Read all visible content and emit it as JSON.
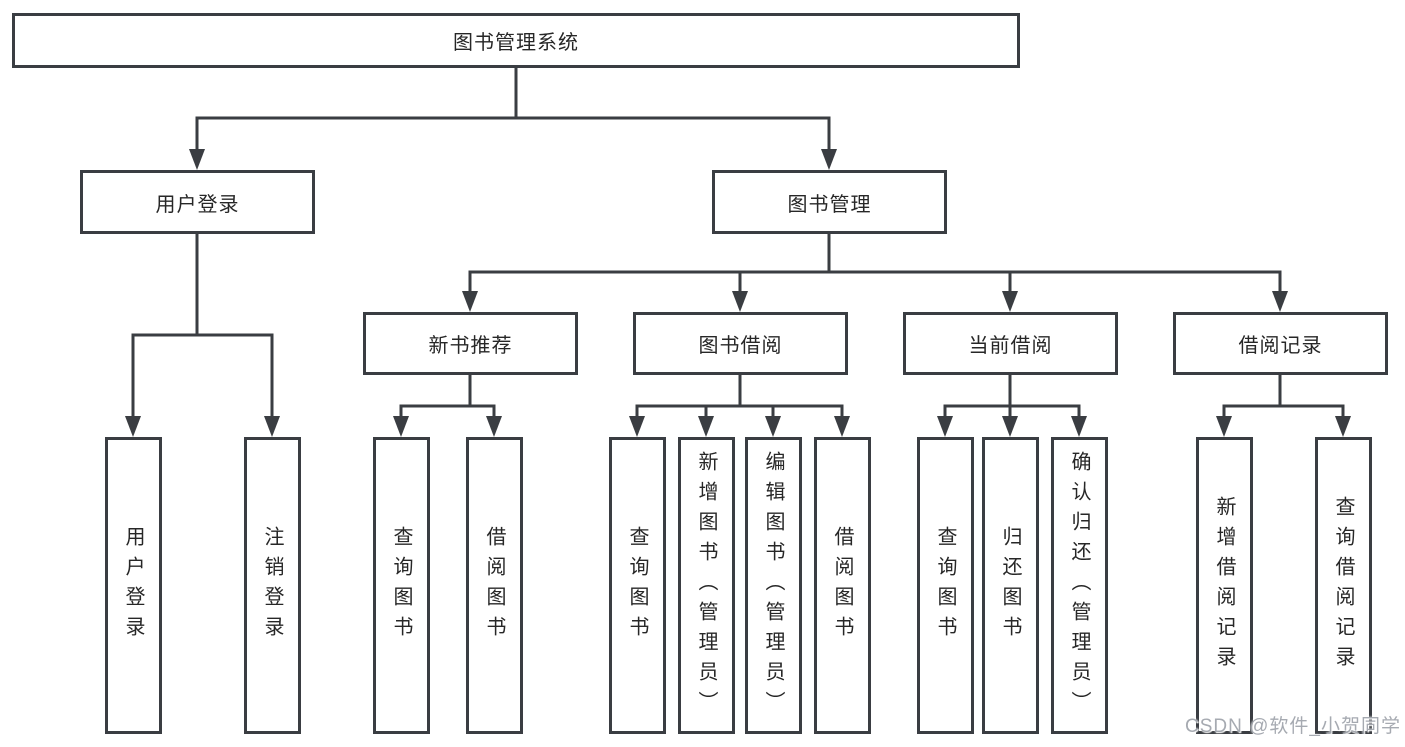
{
  "diagram": {
    "type": "function-structure-tree",
    "watermark": "CSDN @软件_小贺同学",
    "colors": {
      "background": "#ffffff",
      "line": "#3a3d42",
      "box_border": "#3a3d42",
      "box_fill": "#ffffff",
      "text": "#272727",
      "watermark": "#9ea3aa"
    },
    "tree": {
      "label": "图书管理系统",
      "children": [
        {
          "label": "用户登录",
          "children": [
            {
              "label": "用户登录"
            },
            {
              "label": "注销登录"
            }
          ]
        },
        {
          "label": "图书管理",
          "children": [
            {
              "label": "新书推荐",
              "children": [
                {
                  "label": "查询图书"
                },
                {
                  "label": "借阅图书"
                }
              ]
            },
            {
              "label": "图书借阅",
              "children": [
                {
                  "label": "查询图书"
                },
                {
                  "label": "新增图书（管理员）"
                },
                {
                  "label": "编辑图书（管理员）"
                },
                {
                  "label": "借阅图书"
                }
              ]
            },
            {
              "label": "当前借阅",
              "children": [
                {
                  "label": "查询图书"
                },
                {
                  "label": "归还图书"
                },
                {
                  "label": "确认归还（管理员）"
                }
              ]
            },
            {
              "label": "借阅记录",
              "children": [
                {
                  "label": "新增借阅记录"
                },
                {
                  "label": "查询借阅记录"
                }
              ]
            }
          ]
        }
      ]
    }
  }
}
